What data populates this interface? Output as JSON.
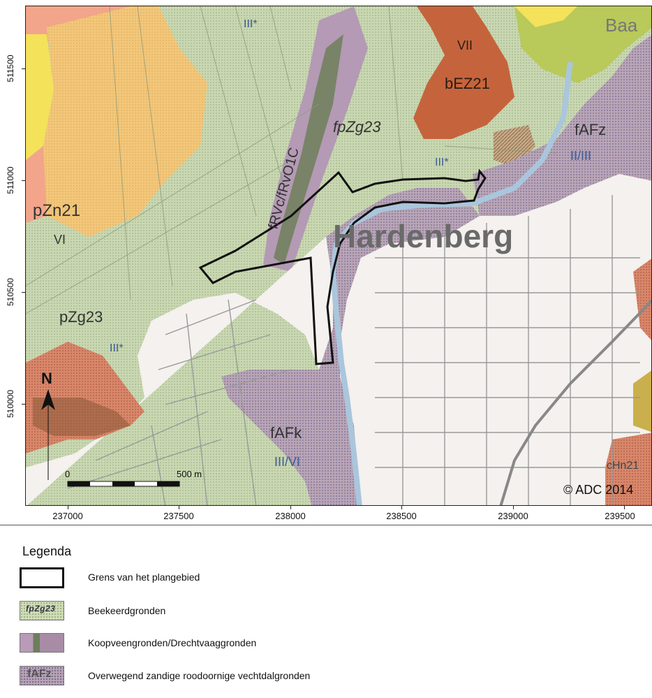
{
  "map": {
    "place_label": "Hardenberg",
    "copyright": "© ADC 2014",
    "north_label": "N",
    "scalebar": {
      "start_label": "0",
      "end_label": "500 m"
    },
    "soil_codes": [
      "fpZg23",
      "bEZ21",
      "fAFz",
      "pZn21",
      "pZg23",
      "fAFk",
      "Baa",
      "cHn21"
    ],
    "roman_labels": [
      "VII",
      "III*",
      "III*",
      "VI",
      "III*",
      "II/III",
      "III/VI"
    ],
    "oblique_label": "fRVc/fRvO1C"
  },
  "axes": {
    "y_ticks": [
      "511500",
      "511000",
      "510500",
      "510000"
    ],
    "x_ticks": [
      "237000",
      "237500",
      "238000",
      "238500",
      "239000",
      "239500"
    ]
  },
  "legend": {
    "title": "Legenda",
    "items": [
      {
        "label": "Grens van het plangebied",
        "swatch_text": ""
      },
      {
        "label": "Beekeerdgronden",
        "swatch_text": "fpZg23"
      },
      {
        "label": "Koopveengronden/Drechtvaaggronden",
        "swatch_text": ""
      },
      {
        "label": "Overwegend zandige roodoornige vechtdalgronden",
        "swatch_text": "fAFz"
      }
    ]
  },
  "colors": {
    "beekeerd": "#c9d8b2",
    "koopveen": "#b49ab4",
    "vechtdal": "#b5a5b9",
    "sand_orange": "#f3c77a",
    "brown_red": "#c5643c",
    "salmon": "#f2a58a",
    "yellow": "#f3e25a",
    "lime": "#b9c95a",
    "urban": "#f4f1ee",
    "river": "#aac6dc",
    "boundary": "#111111"
  }
}
